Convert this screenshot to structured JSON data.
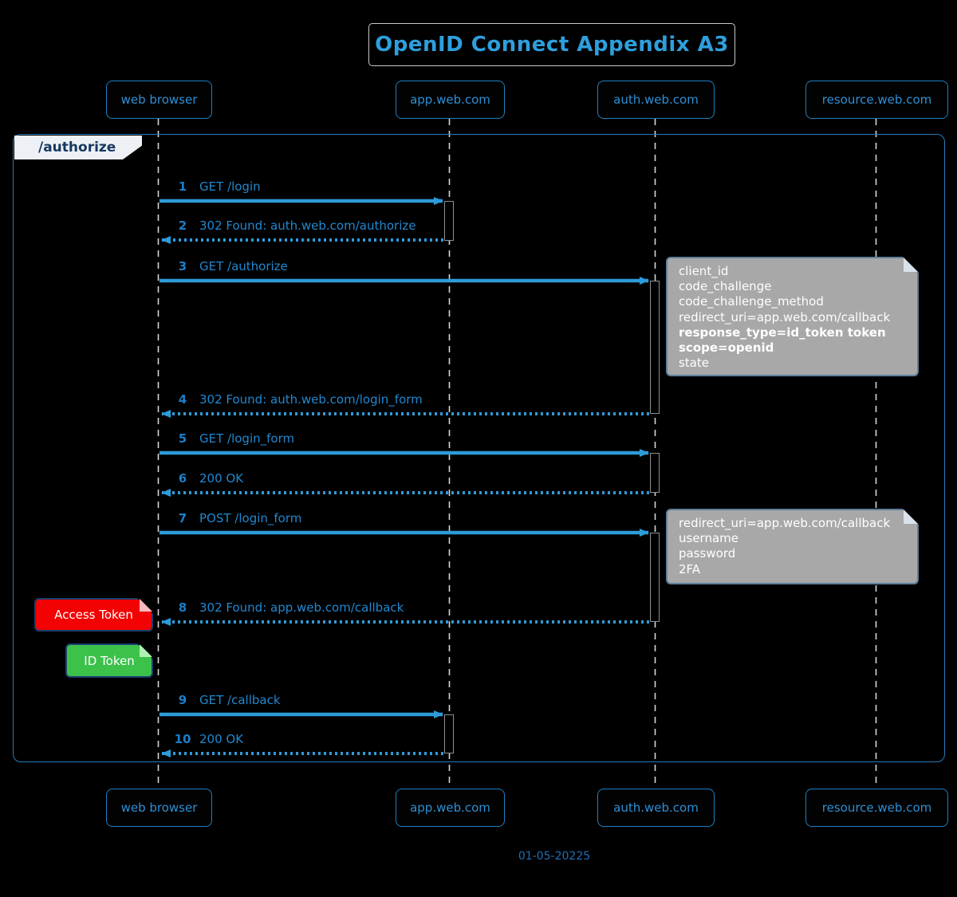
{
  "title": "OpenID Connect Appendix A3",
  "frame": {
    "label": "/authorize"
  },
  "participants": [
    {
      "label": "web browser"
    },
    {
      "label": "app.web.com"
    },
    {
      "label": "auth.web.com"
    },
    {
      "label": "resource.web.com"
    }
  ],
  "messages": [
    {
      "num": "1",
      "label": "GET /login",
      "from": "web browser",
      "to": "app.web.com",
      "line": "solid"
    },
    {
      "num": "2",
      "label": "302 Found: auth.web.com/authorize",
      "from": "app.web.com",
      "to": "web browser",
      "line": "dotted"
    },
    {
      "num": "3",
      "label": "GET /authorize",
      "from": "web browser",
      "to": "auth.web.com",
      "line": "solid"
    },
    {
      "num": "4",
      "label": "302 Found: auth.web.com/login_form",
      "from": "auth.web.com",
      "to": "web browser",
      "line": "dotted"
    },
    {
      "num": "5",
      "label": "GET /login_form",
      "from": "web browser",
      "to": "auth.web.com",
      "line": "solid"
    },
    {
      "num": "6",
      "label": "200 OK",
      "from": "auth.web.com",
      "to": "web browser",
      "line": "dotted"
    },
    {
      "num": "7",
      "label": "POST /login_form",
      "from": "web browser",
      "to": "auth.web.com",
      "line": "solid"
    },
    {
      "num": "8",
      "label": "302 Found: app.web.com/callback",
      "from": "auth.web.com",
      "to": "web browser",
      "line": "dotted"
    },
    {
      "num": "9",
      "label": "GET /callback",
      "from": "web browser",
      "to": "app.web.com",
      "line": "solid"
    },
    {
      "num": "10",
      "label": "200 OK",
      "from": "app.web.com",
      "to": "web browser",
      "line": "dotted"
    }
  ],
  "notes": {
    "authorize_params": {
      "lines": [
        "client_id",
        "code_challenge",
        "code_challenge_method",
        "redirect_uri=app.web.com/callback",
        "response_type=id_token token",
        "scope=openid",
        "state"
      ]
    },
    "login_credentials": {
      "lines": [
        "redirect_uri=app.web.com/callback",
        "username",
        "password",
        "2FA"
      ]
    },
    "access_token": {
      "label": "Access Token"
    },
    "id_token": {
      "label": "ID Token"
    }
  },
  "date_caption": "01-05-20225",
  "colors": {
    "background": "#000000",
    "arrow_blue": "#2e9bd9",
    "message_text_blue": "#2287cf",
    "participant_blue": "#2e8fd4",
    "frame_border_blue": "#2b7ab8",
    "frame_label_bg": "#edf0f4",
    "frame_label_text": "#16395f",
    "note_gray": "#a8a8a8",
    "note_border": "#5e7f9d",
    "access_token_red": "#f20202",
    "id_token_green": "#3cc24a",
    "token_note_border": "#1b3f70",
    "lifeline_gray": "#d6d6d6",
    "title_blue": "#2e9fdd"
  }
}
